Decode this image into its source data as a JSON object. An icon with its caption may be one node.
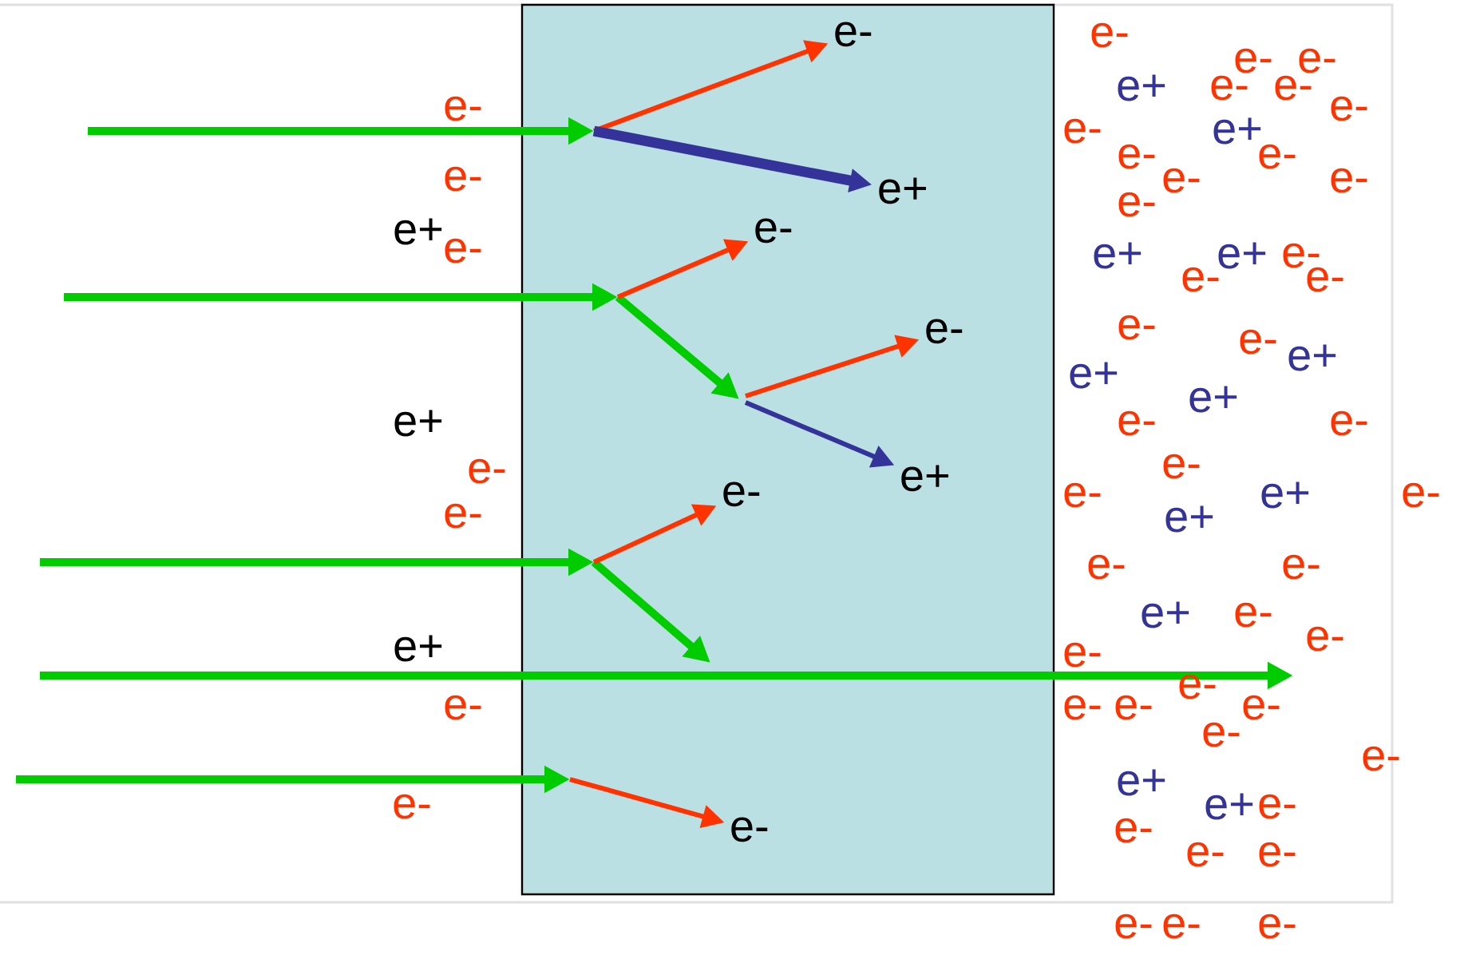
{
  "diagram": {
    "nodes": [
      {
        "text": [],
        "shape": "box"
      },
      {
        "text": [
          "e-"
        ],
        "in": 0
      },
      {
        "text": [
          "e+"
        ],
        "in": 0
      },
      {
        "text": [
          "e-"
        ],
        "in": 0
      },
      {
        "text": [
          "e-"
        ],
        "in": 0
      },
      {
        "text": [
          "e+"
        ],
        "in": 0
      },
      {
        "text": [
          "e-"
        ],
        "in": 0
      },
      {
        "text": [
          "e-"
        ],
        "in": 0
      }
    ],
    "edges": [
      {
        "from": null,
        "to": 1,
        "arrow": "to"
      },
      {
        "from": null,
        "to": 2,
        "arrow": "to",
        "style": "thick",
        "color": "#333399"
      },
      {
        "from": null,
        "to": 3,
        "arrow": "to"
      },
      {
        "from": null,
        "to": 4,
        "arrow": "to"
      },
      {
        "from": null,
        "to": 5,
        "arrow": "to",
        "color": "#333399"
      },
      {
        "from": null,
        "to": 6,
        "arrow": "to"
      },
      {
        "from": null,
        "to": 7,
        "arrow": "to"
      }
    ],
    "labels": [
      "e-",
      "e-",
      "e+",
      "e-",
      "e+",
      "e-",
      "e-",
      "e+",
      "e-",
      "e-",
      "e-",
      "e-",
      "e-",
      "e+",
      "e-",
      "e-",
      "e-",
      "e-",
      "e+",
      "e-",
      "e-",
      "e-",
      "e-",
      "e-",
      "e+",
      "e+",
      "e-",
      "e-",
      "e-",
      "e-",
      "e-",
      "e+",
      "e+",
      "e+",
      "e-",
      "e-",
      "e-",
      "e-",
      "e+",
      "e-",
      "e+",
      "e-",
      "e-",
      "e+",
      "e-",
      "e-",
      "e-",
      "e-",
      "e-",
      "e-",
      "e-",
      "e-",
      "e-",
      "e+",
      "e+",
      "e-",
      "e-",
      "e-",
      "e-",
      "e-",
      "e-",
      "e-"
    ]
  }
}
